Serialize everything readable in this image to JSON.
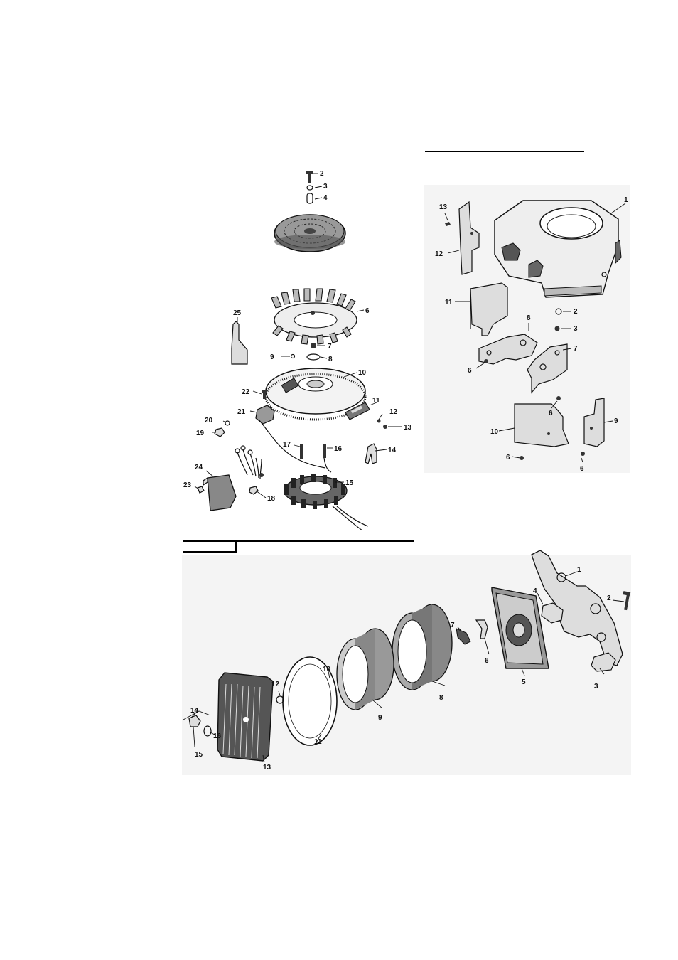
{
  "figure": {
    "ignition_panel": {
      "callouts": [
        "2",
        "3",
        "4",
        "25",
        "6",
        "7",
        "8",
        "9",
        "10",
        "22",
        "11",
        "12",
        "13",
        "21",
        "20",
        "19",
        "17",
        "16",
        "14",
        "24",
        "23",
        "18",
        "15"
      ]
    },
    "shroud_panel": {
      "callouts": [
        "13",
        "1",
        "12",
        "11",
        "2",
        "3",
        "8",
        "7",
        "6",
        "6",
        "10",
        "9",
        "6",
        "6"
      ]
    },
    "aircleaner_panel": {
      "callouts": [
        "1",
        "2",
        "4",
        "3",
        "7",
        "6",
        "5",
        "8",
        "10",
        "12",
        "9",
        "11",
        "14",
        "16",
        "15",
        "13"
      ]
    }
  }
}
